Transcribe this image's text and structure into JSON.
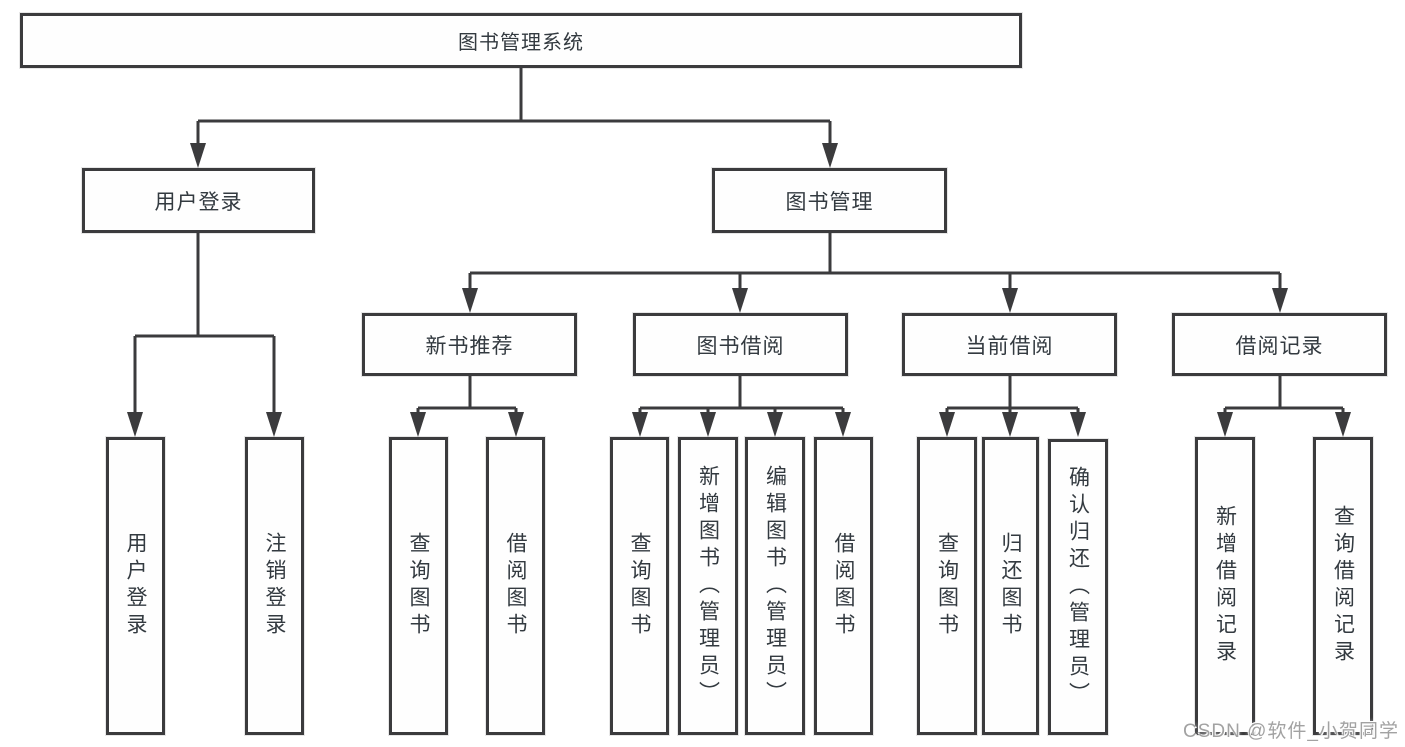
{
  "title": "图书管理系统",
  "watermark": "CSDN @软件_小贺同学",
  "colors": {
    "line": "#3b3b3d",
    "text": "#333a40",
    "background": "#ffffff",
    "watermark": "#a2a2a2"
  },
  "tree": {
    "label": "图书管理系统",
    "children": [
      {
        "label": "用户登录",
        "children": [
          {
            "label": "用户登录"
          },
          {
            "label": "注销登录"
          }
        ]
      },
      {
        "label": "图书管理",
        "children": [
          {
            "label": "新书推荐",
            "children": [
              {
                "label": "查询图书"
              },
              {
                "label": "借阅图书"
              }
            ]
          },
          {
            "label": "图书借阅",
            "children": [
              {
                "label": "查询图书"
              },
              {
                "label": "新增图书（管理员）"
              },
              {
                "label": "编辑图书（管理员）"
              },
              {
                "label": "借阅图书"
              }
            ]
          },
          {
            "label": "当前借阅",
            "children": [
              {
                "label": "查询图书"
              },
              {
                "label": "归还图书"
              },
              {
                "label": "确认归还（管理员）"
              }
            ]
          },
          {
            "label": "借阅记录",
            "children": [
              {
                "label": "新增借阅记录"
              },
              {
                "label": "查询借阅记录"
              }
            ]
          }
        ]
      }
    ]
  }
}
